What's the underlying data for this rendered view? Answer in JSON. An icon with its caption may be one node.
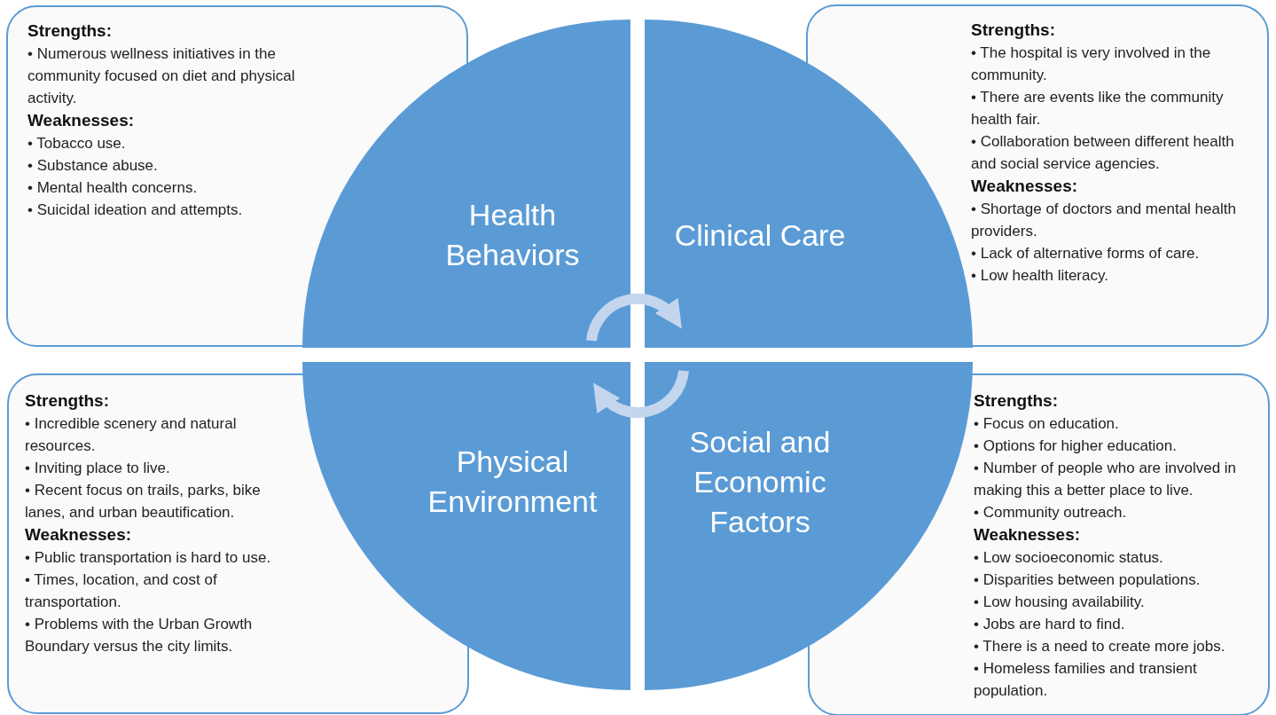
{
  "diagram": {
    "nodes": [
      {
        "text": [
          "Strengths:",
          "• Numerous wellness initiatives in the community focused on diet and physical activity.",
          "Weaknesses:",
          "• Tobacco use.",
          "• Substance abuse.",
          "• Mental health concerns.",
          "• Suicidal ideation and attempts."
        ]
      },
      {
        "text": [
          "Health Behaviors"
        ]
      },
      {
        "text": [
          "Clinical Care"
        ]
      },
      {
        "text": [
          "Strengths:",
          "• The hospital is very involved in the community.",
          "• There are events like the community health fair.",
          "• Collaboration between different health and social service agencies.",
          "Weaknesses:",
          "• Shortage of doctors and mental health providers.",
          "• Lack of alternative forms of care.",
          "• Low health literacy."
        ]
      },
      {
        "text": [
          "Strengths:",
          "• Incredible scenery and natural resources.",
          "• Inviting place to live.",
          "• Recent focus on trails, parks, bike lanes, and urban beautification.",
          "Weaknesses:",
          "• Public transportation is hard to use.",
          "• Times, location, and cost of transportation.",
          "• Problems with the Urban Growth Boundary versus the city limits."
        ]
      },
      {
        "text": [
          "Physical Environment"
        ]
      },
      {
        "text": [
          "Social and Economic Factors"
        ]
      },
      {
        "text": [
          "Strengths:",
          "• Focus on education.",
          "• Options for higher education.",
          "• Number of people who are involved in making this a better place to live.",
          "• Community outreach.",
          "Weaknesses:",
          "• Low socioeconomic status.",
          "• Disparities between populations.",
          "• Low housing availability.",
          "• Jobs are hard to find.",
          "• There is a need to create more jobs.",
          "• Homeless families and transient population."
        ]
      }
    ],
    "edges": [
      {
        "from": 1,
        "to": 2,
        "arrow": "to"
      },
      {
        "from": 6,
        "to": 5,
        "arrow": "to"
      }
    ]
  }
}
